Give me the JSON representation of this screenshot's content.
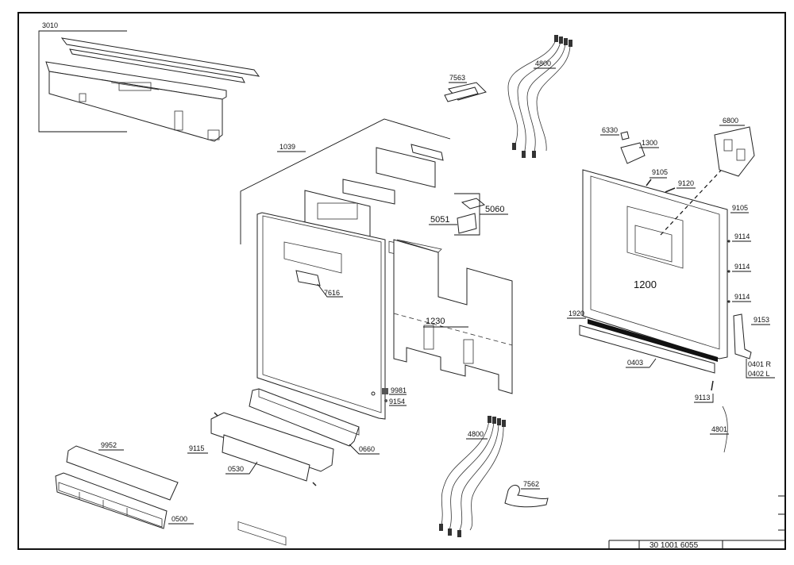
{
  "diagram": {
    "callouts": {
      "c3010": "3010",
      "c4800a": "4800",
      "c7563": "7563",
      "c1039": "1039",
      "c6330": "6330",
      "c1300": "1300",
      "c6800": "6800",
      "c9105a": "9105",
      "c9120": "9120",
      "c9105b": "9105",
      "c5051": "5051",
      "c5060": "5060",
      "c9114a": "9114",
      "c9114b": "9114",
      "c9114c": "9114",
      "c1200": "1200",
      "c7616": "7616",
      "c1230": "1230",
      "c1920": "1920",
      "c9153": "9153",
      "c0403": "0403",
      "c0401": "0401 R",
      "c0402": "0402 L",
      "c9981": "9981",
      "c9154": "9154",
      "c9113": "9113",
      "c4800b": "4800",
      "c4801": "4801",
      "c9952": "9952",
      "c9115": "9115",
      "c0660": "0660",
      "c0530": "0530",
      "c7562": "7562",
      "c0500": "0500"
    },
    "title_block": {
      "doc_number": "30 1001 6055"
    }
  }
}
